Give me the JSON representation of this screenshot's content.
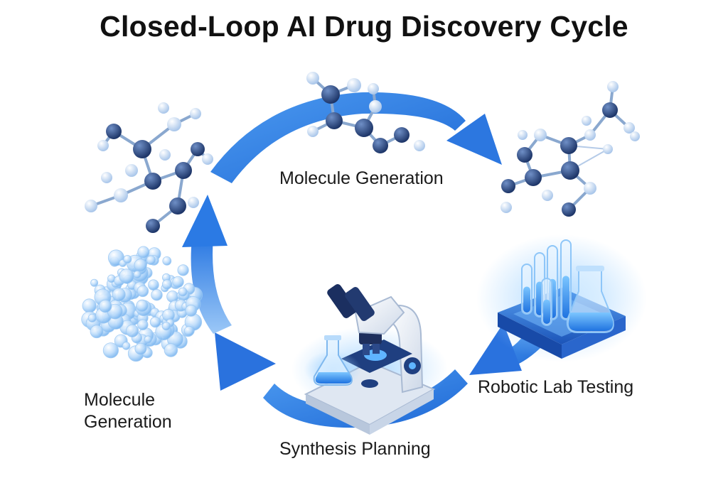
{
  "title": "Closed-Loop AI Drug Discovery Cycle",
  "stages": [
    {
      "id": "top",
      "label": "Molecule Generation"
    },
    {
      "id": "right",
      "label": "Robotic Lab Testing"
    },
    {
      "id": "bottom",
      "label": "Synthesis Planning"
    },
    {
      "id": "left",
      "label_lines": [
        "Molecule",
        "Generation"
      ]
    }
  ],
  "colors": {
    "arrow": "#2f7fe6",
    "arrow_light": "#7fbaf7",
    "atom_dark": "#2b4a86",
    "atom_light": "#c7dcf5",
    "bond": "#8aa8cf",
    "glass": "#5fb4ff",
    "instrument": "#e9eef6"
  },
  "icons": [
    "molecule-icon",
    "crystal-cluster-icon",
    "microscope-icon",
    "test-tube-rack-icon",
    "flask-icon"
  ]
}
